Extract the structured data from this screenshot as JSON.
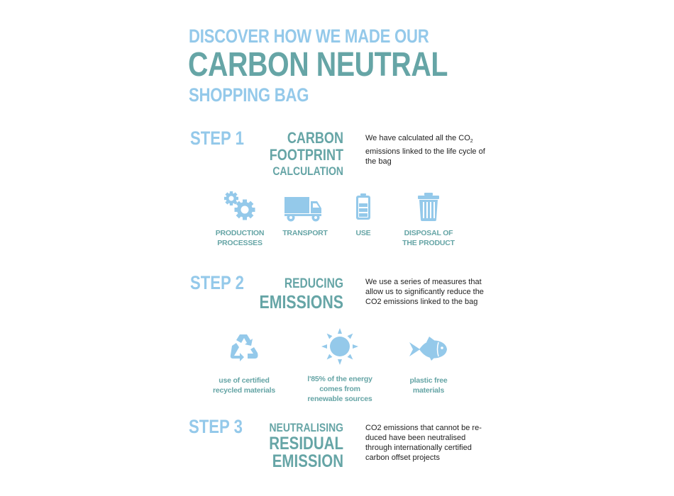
{
  "header": {
    "line1": "DISCOVER HOW WE MADE OUR",
    "line2": "CARBON NEUTRAL",
    "line3": "SHOPPING BAG"
  },
  "colors": {
    "light_blue": "#94c9ea",
    "teal": "#66a5a6",
    "body_text": "#222222"
  },
  "steps": [
    {
      "label": "STEP 1",
      "title_lines": [
        "CARBON",
        "FOOTPRINT",
        "CALCULATION"
      ],
      "description": "We have calculated all the CO",
      "description_sub": "2",
      "description_rest": " emissions linked to the life cycle of the bag",
      "icons": [
        {
          "icon": "gears-icon",
          "label_lines": [
            "PRODUCTION",
            "PROCESSES"
          ]
        },
        {
          "icon": "truck-icon",
          "label_lines": [
            "TRANSPORT"
          ]
        },
        {
          "icon": "battery-icon",
          "label_lines": [
            "USE"
          ]
        },
        {
          "icon": "trash-can-icon",
          "label_lines": [
            "DISPOSAL OF",
            "THE PRODUCT"
          ]
        }
      ]
    },
    {
      "label": "STEP 2",
      "title_lines": [
        "REDUCING",
        "EMISSIONS"
      ],
      "description": "We use a series of measures that allow us to significantly reduce the CO2 emissions linked to the bag",
      "icons": [
        {
          "icon": "recycle-icon",
          "label_lines": [
            "use of certified",
            "recycled materials"
          ]
        },
        {
          "icon": "sun-icon",
          "label_lines": [
            "l'85% of the energy",
            "comes from",
            "renewable sources"
          ]
        },
        {
          "icon": "fish-icon",
          "label_lines": [
            "plastic free",
            "materials"
          ]
        }
      ]
    },
    {
      "label": "STEP 3",
      "title_lines": [
        "NEUTRALISING",
        "RESIDUAL",
        "EMISSION"
      ],
      "description": "CO2 emissions that cannot be re-duced have been neutralised through internationally certified carbon offset projects"
    }
  ]
}
